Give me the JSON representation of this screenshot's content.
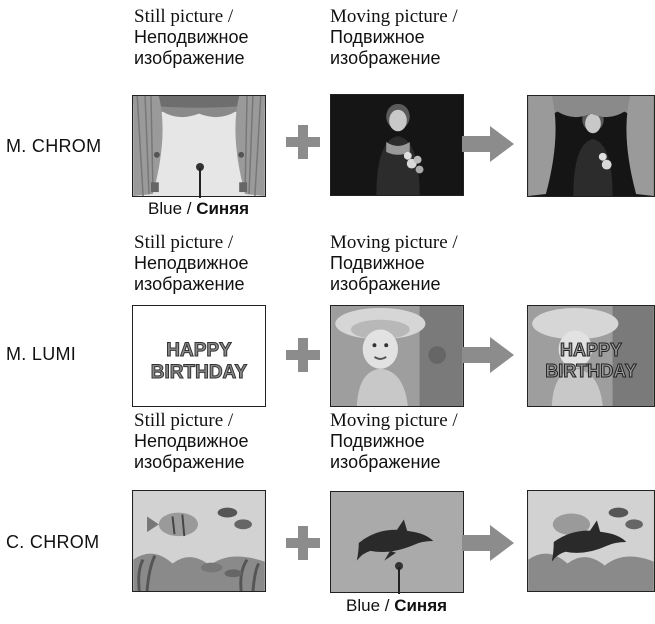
{
  "rows": [
    {
      "mode": "M. CHROM",
      "still_caption": [
        "Still picture /",
        "Неподвижное",
        "изображение"
      ],
      "moving_caption": [
        "Moving picture /",
        "Подвижное",
        "изображение"
      ],
      "callout": {
        "en": "Blue / ",
        "ru": "Синяя"
      }
    },
    {
      "mode": "M. LUMI",
      "still_caption": [
        "Still picture /",
        "Неподвижное",
        "изображение"
      ],
      "moving_caption": [
        "Moving picture /",
        "Подвижное",
        "изображение"
      ],
      "still_text": [
        "HAPPY",
        "BIRTHDAY"
      ]
    },
    {
      "mode": "C. CHROM",
      "still_caption": [
        "Still picture /",
        "Неподвижное",
        "изображение"
      ],
      "moving_caption": [
        "Moving picture /",
        "Подвижное",
        "изображение"
      ],
      "callout": {
        "en": "Blue / ",
        "ru": "Синяя"
      }
    }
  ]
}
